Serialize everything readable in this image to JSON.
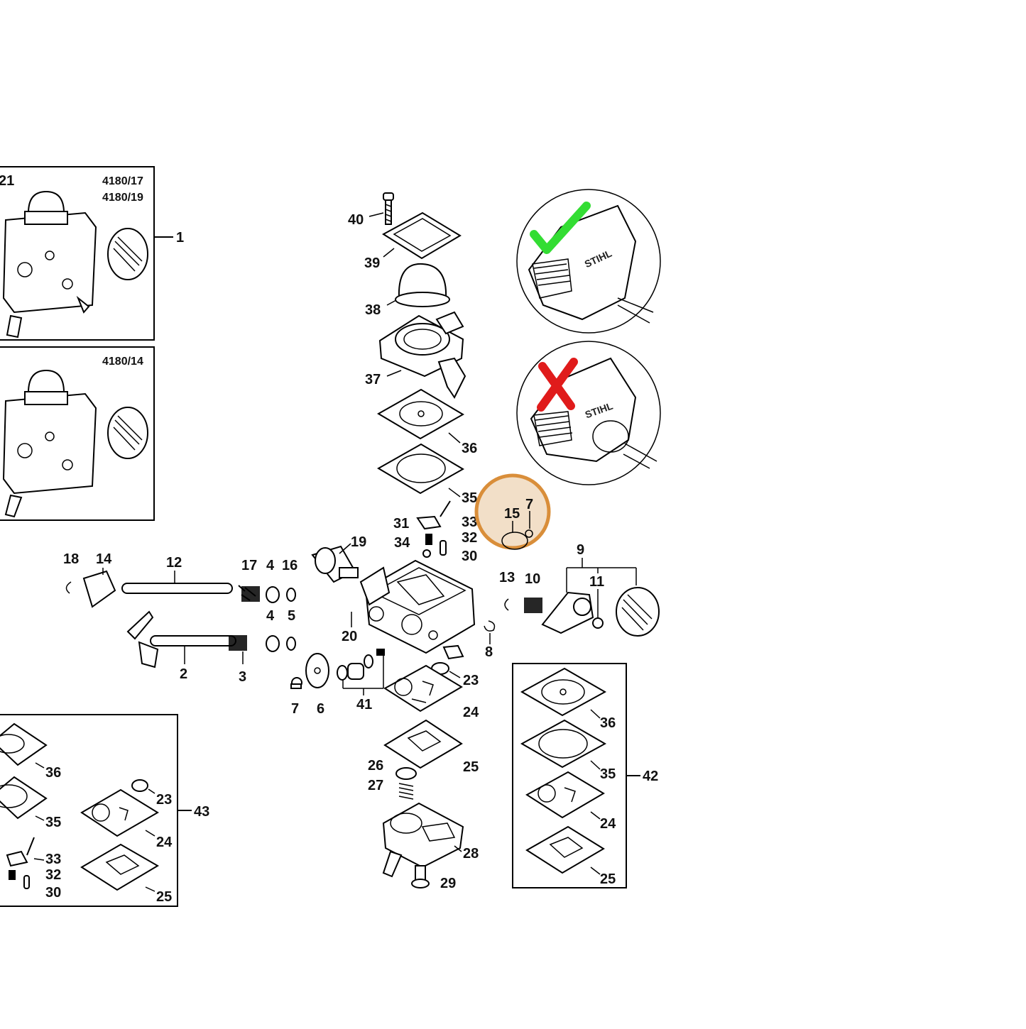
{
  "colors": {
    "accent_circle": "#D98E3A",
    "check": "#33DD33",
    "cross": "#E01B1B",
    "ink": "#000000"
  },
  "icons": {
    "ok": "checkmark-icon",
    "not_ok": "cross-icon"
  },
  "box_top": {
    "codes": [
      "4180/17",
      "4180/19"
    ],
    "corner_number": "21",
    "callout": "1"
  },
  "box_mid": {
    "codes": [
      "4180/14"
    ]
  },
  "photo_top": {
    "brand": "STIHL"
  },
  "photo_bottom": {
    "brand": "STIHL"
  },
  "highlight": {
    "labels": [
      "15",
      "7"
    ]
  },
  "labels": {
    "l40": "40",
    "l39": "39",
    "l38": "38",
    "l37": "37",
    "l36": "36",
    "l35": "35",
    "l31": "31",
    "l33": "33",
    "l32": "32",
    "l34": "34",
    "l30": "30",
    "l19": "19",
    "l18": "18",
    "l14": "14",
    "l12": "12",
    "l17": "17",
    "l4a": "4",
    "l16": "16",
    "l4b": "4",
    "l5": "5",
    "l2": "2",
    "l3": "3",
    "l20": "20",
    "l7": "7",
    "l6": "6",
    "l41": "41",
    "l23": "23",
    "l24": "24",
    "l25": "25",
    "l26": "26",
    "l27": "27",
    "l28": "28",
    "l29": "29",
    "l13": "13",
    "l10": "10",
    "l9": "9",
    "l11": "11",
    "l8": "8"
  },
  "kit_42": {
    "callout": "42",
    "items": [
      "36",
      "35",
      "24",
      "25"
    ]
  },
  "kit_43": {
    "callout": "43",
    "items": [
      "36",
      "35",
      "23",
      "24",
      "33",
      "32",
      "30",
      "25"
    ]
  }
}
